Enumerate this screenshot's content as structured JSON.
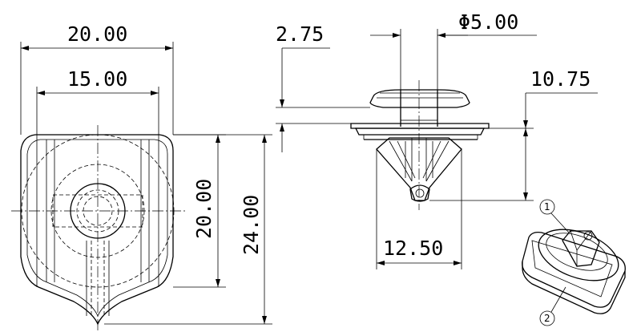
{
  "dimensions": {
    "width_outer": "20.00",
    "width_inner": "15.00",
    "height_body": "20.00",
    "height_total": "24.00",
    "head_thickness": "2.75",
    "shank_diameter": "Φ5.00",
    "grip_length": "10.75",
    "leg_span": "12.50"
  },
  "callouts": {
    "part_1": "1",
    "part_2": "2"
  }
}
